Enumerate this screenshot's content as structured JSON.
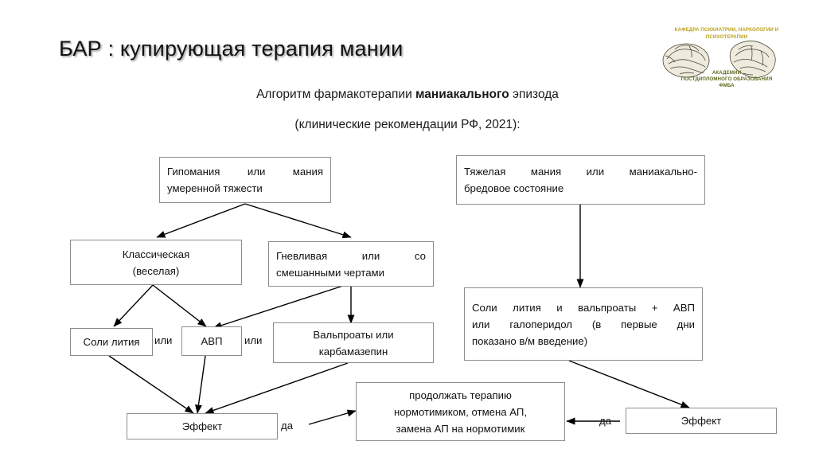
{
  "title": "БАР : купирующая терапия мании",
  "logo": {
    "line1": "КАФЕДРА ПСИХИАТРИИ, НАРКОЛОГИИ И",
    "line2": "ПСИХОТЕРАПИИ",
    "line3": "АКАДЕМИИ",
    "line4": "ПОСТДИПЛОМНОГО ОБРАЗОВАНИЯ",
    "line5": "ФМБА",
    "brain_left_icon": "brain-illustration-icon",
    "brain_right_icon": "brain-illustration-icon",
    "text_color": "#b8a218",
    "subtext_color": "#5f6b1e"
  },
  "subtitle": {
    "line1_prefix": "Алгоритм фармакотерапии ",
    "line1_bold": "маниакального",
    "line1_suffix": " эпизода",
    "line2": "(клинические рекомендации РФ, 2021):"
  },
  "nodes": {
    "hypomania": {
      "line1": "Гипомания или мания",
      "line2": "умеренной тяжести"
    },
    "severe_mania": {
      "line1": "Тяжелая мания или маниакально-",
      "line2": "бредовое состояние"
    },
    "classic": {
      "line1": "Классическая",
      "line2": "(веселая)"
    },
    "angry": {
      "line1": "Гневливая или со",
      "line2": "смешанными чертами"
    },
    "lithium": {
      "line1": "Соли лития"
    },
    "avp": {
      "line1": "АВП"
    },
    "valproate": {
      "line1": "Вальпроаты или",
      "line2": "карбамазепин"
    },
    "severe_treatment": {
      "line1": "Соли лития и вальпроаты + АВП",
      "line2": "или галоперидол (в первые дни",
      "line3": "показано в/м введение)"
    },
    "effect_left": {
      "line1": "Эффект"
    },
    "effect_right": {
      "line1": "Эффект"
    },
    "continue_therapy": {
      "line1": "продолжать терапию",
      "line2": "нормотимиком, отмена АП,",
      "line3": "замена АП на нормотимик"
    }
  },
  "connectors": {
    "or_1": "или",
    "or_2": "или",
    "yes_left": "да",
    "yes_right": "да"
  },
  "colors": {
    "box_border": "#8d8d8d",
    "arrow": "#000000",
    "text": "#111111",
    "background": "#ffffff"
  }
}
